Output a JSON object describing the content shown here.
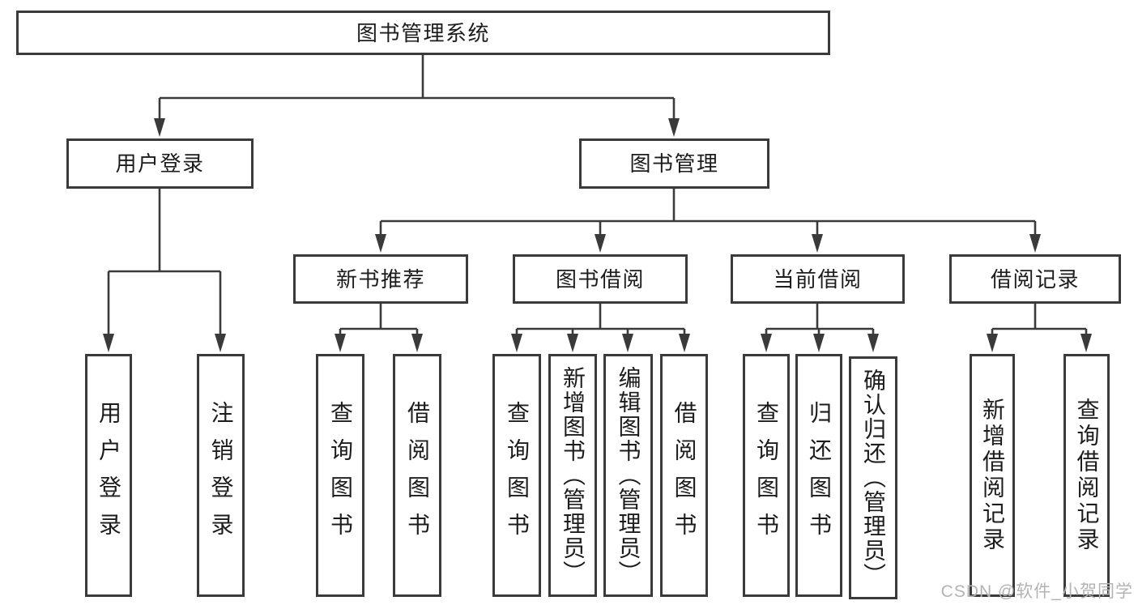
{
  "tree": {
    "root": {
      "label": "图书管理系统"
    },
    "level2": [
      {
        "label": "用户登录"
      },
      {
        "label": "图书管理"
      }
    ],
    "level3": [
      {
        "label": "新书推荐"
      },
      {
        "label": "图书借阅"
      },
      {
        "label": "当前借阅"
      },
      {
        "label": "借阅记录"
      }
    ],
    "leaves": {
      "user_login": [
        "用户登录",
        "注销登录"
      ],
      "new_book": [
        "查询图书",
        "借阅图书"
      ],
      "book_borrow": [
        "查询图书",
        "新增图书（管理员）",
        "编辑图书（管理员）",
        "借阅图书"
      ],
      "current_borrow": [
        "查询图书",
        "归还图书",
        "确认归还（管理员）"
      ],
      "borrow_records": [
        "新增借阅记录",
        "查询借阅记录"
      ]
    }
  },
  "watermark": {
    "text": "CSDN @软件_小贺同学"
  },
  "colors": {
    "line": "#3a3a3a",
    "text": "#1c1c1c",
    "watermark": "#b3b3b3",
    "background": "#ffffff"
  }
}
